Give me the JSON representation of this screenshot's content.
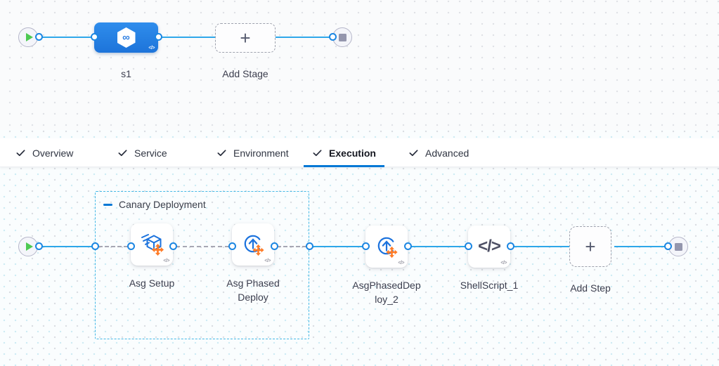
{
  "colors": {
    "accent_blue": "#0278d5",
    "connector_blue": "#2ea7e9",
    "stage_node_blue": "#1d74da",
    "canary_group_border": "#45b9e6",
    "move_arrows_orange": "#ff7b26",
    "step_icon_blue": "#1b72dd",
    "play_green": "#4dc952",
    "stop_gray": "#9496ad",
    "label_text": "#3b3d4d"
  },
  "icons": {
    "play_icon": "css-green-triangle",
    "stop_icon": "css-gray-square",
    "check_icon": "svg-checkmark",
    "minus_icon": "css-blue-bar",
    "plus_glyph": "+",
    "infinity_glyph": "∞",
    "code_glyph": "</>",
    "asg_setup_icon": "svg-cube-with-speed-lines-and-orange-move-arrows",
    "asg_phased_deploy_icon": "svg-circular-up-arrow-with-orange-move-arrows",
    "shell_script_icon": "code-glyph"
  },
  "stage_pipeline": {
    "stage": {
      "name": "s1"
    },
    "add_stage": {
      "label": "Add Stage"
    }
  },
  "tabs": [
    {
      "label": "Overview",
      "checked": true,
      "active": false
    },
    {
      "label": "Service",
      "checked": true,
      "active": false
    },
    {
      "label": "Environment",
      "checked": true,
      "active": false
    },
    {
      "label": "Execution",
      "checked": true,
      "active": true
    },
    {
      "label": "Advanced",
      "checked": true,
      "active": false
    }
  ],
  "execution": {
    "group": {
      "label": "Canary Deployment"
    },
    "steps": [
      {
        "label": "Asg Setup",
        "icon": "asg_setup_icon"
      },
      {
        "label": "Asg Phased Deploy",
        "icon": "asg_phased_deploy_icon"
      },
      {
        "label": "AsgPhasedDeploy_2",
        "icon": "asg_phased_deploy_icon"
      },
      {
        "label": "ShellScript_1",
        "icon": "shell_script_icon"
      }
    ],
    "add_step": {
      "label": "Add Step"
    }
  }
}
